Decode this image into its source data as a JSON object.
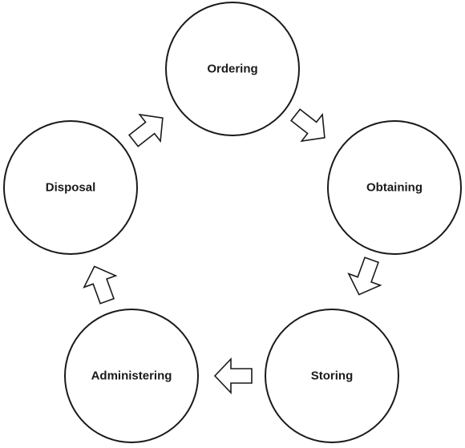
{
  "stages": [
    {
      "label": "Ordering"
    },
    {
      "label": "Obtaining"
    },
    {
      "label": "Storing"
    },
    {
      "label": "Administering"
    },
    {
      "label": "Disposal"
    }
  ],
  "flow_direction": "clockwise",
  "arrow_icon": "hollow-block-arrow"
}
